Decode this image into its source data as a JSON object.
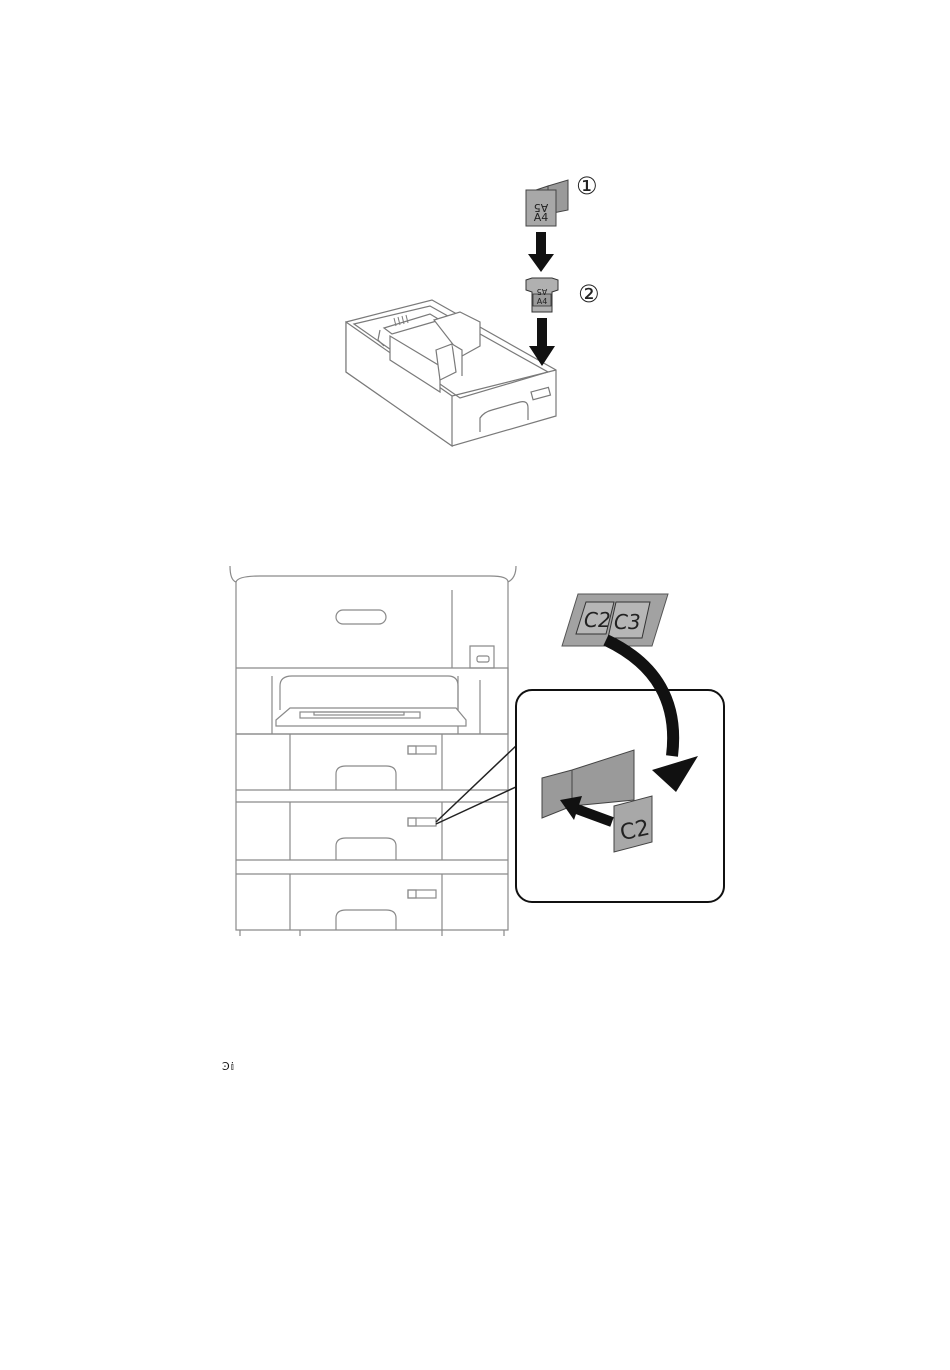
{
  "figure1": {
    "step1": "①",
    "step2": "②",
    "label_a5_flipped": "A5",
    "label_a4": "A4",
    "label_a5_small": "A5",
    "label_a4_small": "A4"
  },
  "figure2": {
    "sheet_c2": "C2",
    "sheet_c3": "C3",
    "insert_c2": "C2"
  },
  "footer": {
    "mark": "Ͽ𝕚"
  }
}
